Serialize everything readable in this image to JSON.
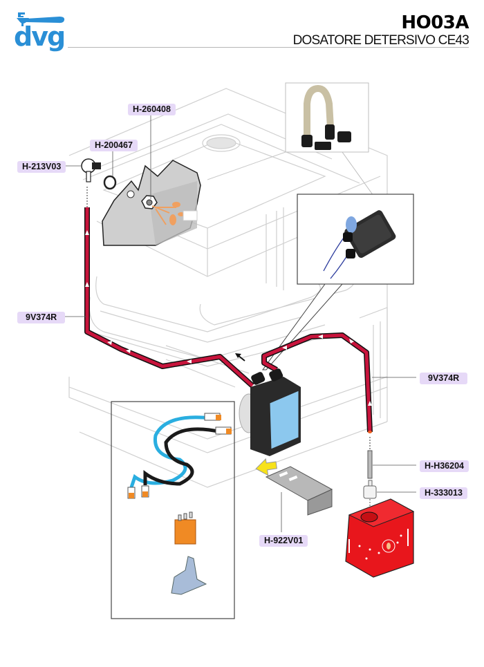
{
  "header": {
    "code": "HO03A",
    "title": "DOSATORE DETERSIVO CE43",
    "logo_text": "dvg",
    "brand_color": "#2a8fd6"
  },
  "colors": {
    "label_bg": "#e6d9f7",
    "hose": "#c8143c",
    "tank": "#e8161c",
    "pump_face": "#8cc8ee",
    "wire_blue": "#2aaee0",
    "wire_black": "#1a1a1a",
    "relay": "#f08a24",
    "bracket_support": "#a8bcd8",
    "arrow_yellow": "#f7e21a"
  },
  "parts": [
    {
      "id": "label-h260408",
      "code": "H-260408",
      "description": "nut"
    },
    {
      "id": "label-h200467",
      "code": "H-200467",
      "description": "washer"
    },
    {
      "id": "label-h213v03",
      "code": "H-213V03",
      "description": "elbow fitting"
    },
    {
      "id": "label-9v374r-left",
      "code": "9V374R",
      "description": "hose to tub"
    },
    {
      "id": "label-9v374r-right",
      "code": "9V374R",
      "description": "suction hose"
    },
    {
      "id": "label-hh36204",
      "code": "H-H36204",
      "description": "suction tube"
    },
    {
      "id": "label-h333013",
      "code": "H-333013",
      "description": "filter/weight"
    },
    {
      "id": "label-h922v01",
      "code": "H-922V01",
      "description": "mounting bracket"
    }
  ]
}
